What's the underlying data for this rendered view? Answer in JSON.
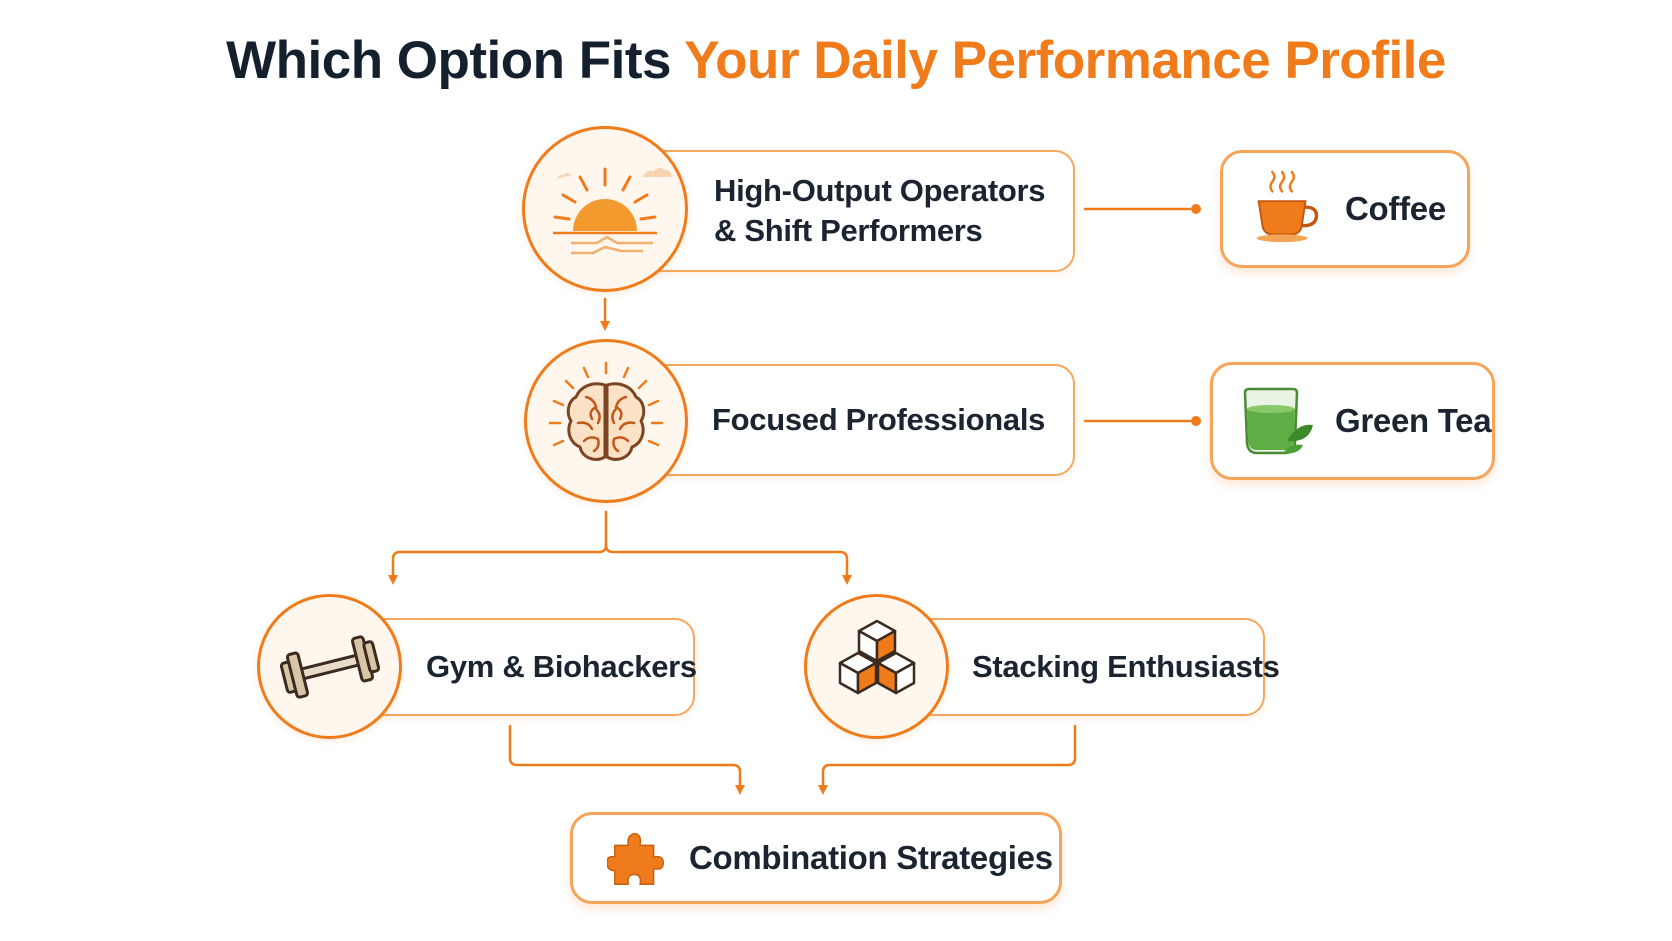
{
  "title": {
    "prefix": "Which Option Fits",
    "highlight": "Your Daily Performance Profile"
  },
  "profiles": {
    "high_output": {
      "line1": "High-Output Operators",
      "line2": "& Shift Performers",
      "icon": "sunrise-icon"
    },
    "focused": {
      "label": "Focused Professionals",
      "icon": "brain-icon"
    },
    "gym": {
      "label": "Gym & Biohackers",
      "icon": "dumbbell-icon"
    },
    "stacking": {
      "label": "Stacking Enthusiasts",
      "icon": "cubes-icon"
    }
  },
  "outcomes": {
    "coffee": {
      "label": "Coffee",
      "icon": "coffee-cup-icon"
    },
    "green_tea": {
      "label": "Green Tea",
      "icon": "green-tea-glass-icon"
    },
    "combination": {
      "label": "Combination Strategies",
      "icon": "puzzle-piece-icon"
    }
  },
  "colors": {
    "accent": "#f07b1a",
    "accent_light": "#f5a860",
    "title_dark": "#14202e",
    "tea_green": "#4a9a3a"
  }
}
